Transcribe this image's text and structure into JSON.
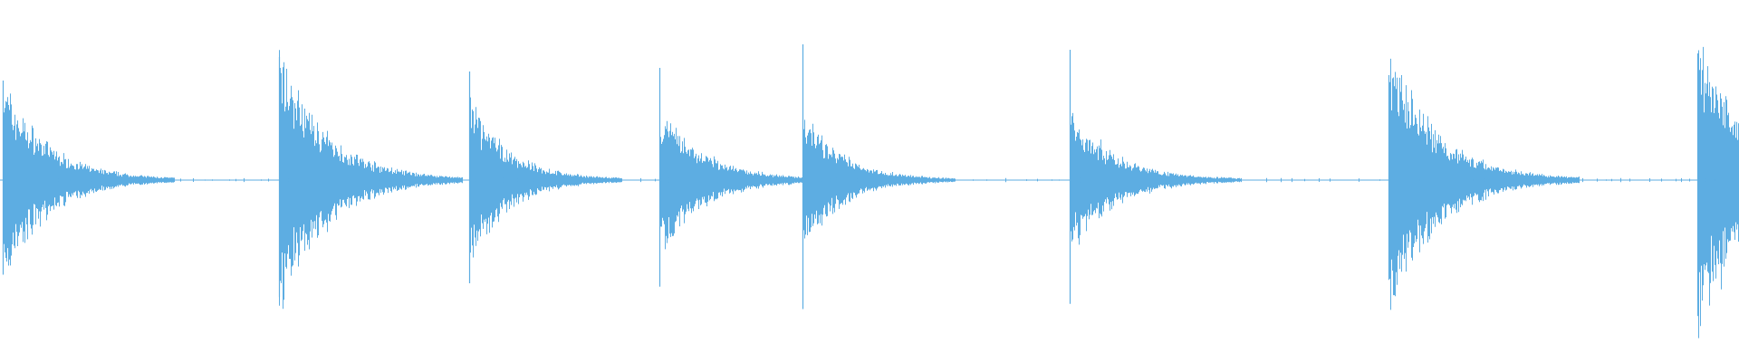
{
  "waveform": {
    "color": "#5dade2",
    "background": "#ffffff",
    "duration_seconds": 1.0,
    "transients": [
      {
        "time": 0.0015,
        "peak": 0.55,
        "decay": 0.045,
        "sustain": 0.55
      },
      {
        "time": 0.1605,
        "peak": 0.68,
        "decay": 0.048,
        "sustain": 0.72
      },
      {
        "time": 0.27,
        "peak": 0.6,
        "decay": 0.04,
        "sustain": 0.45
      },
      {
        "time": 0.379,
        "peak": 0.62,
        "decay": 0.045,
        "sustain": 0.4
      },
      {
        "time": 0.4615,
        "peak": 0.75,
        "decay": 0.04,
        "sustain": 0.38
      },
      {
        "time": 0.615,
        "peak": 0.72,
        "decay": 0.045,
        "sustain": 0.4
      },
      {
        "time": 0.7985,
        "peak": 0.58,
        "decay": 0.05,
        "sustain": 0.72
      },
      {
        "time": 0.976,
        "peak": 0.7,
        "decay": 0.06,
        "sustain": 0.8
      }
    ]
  }
}
